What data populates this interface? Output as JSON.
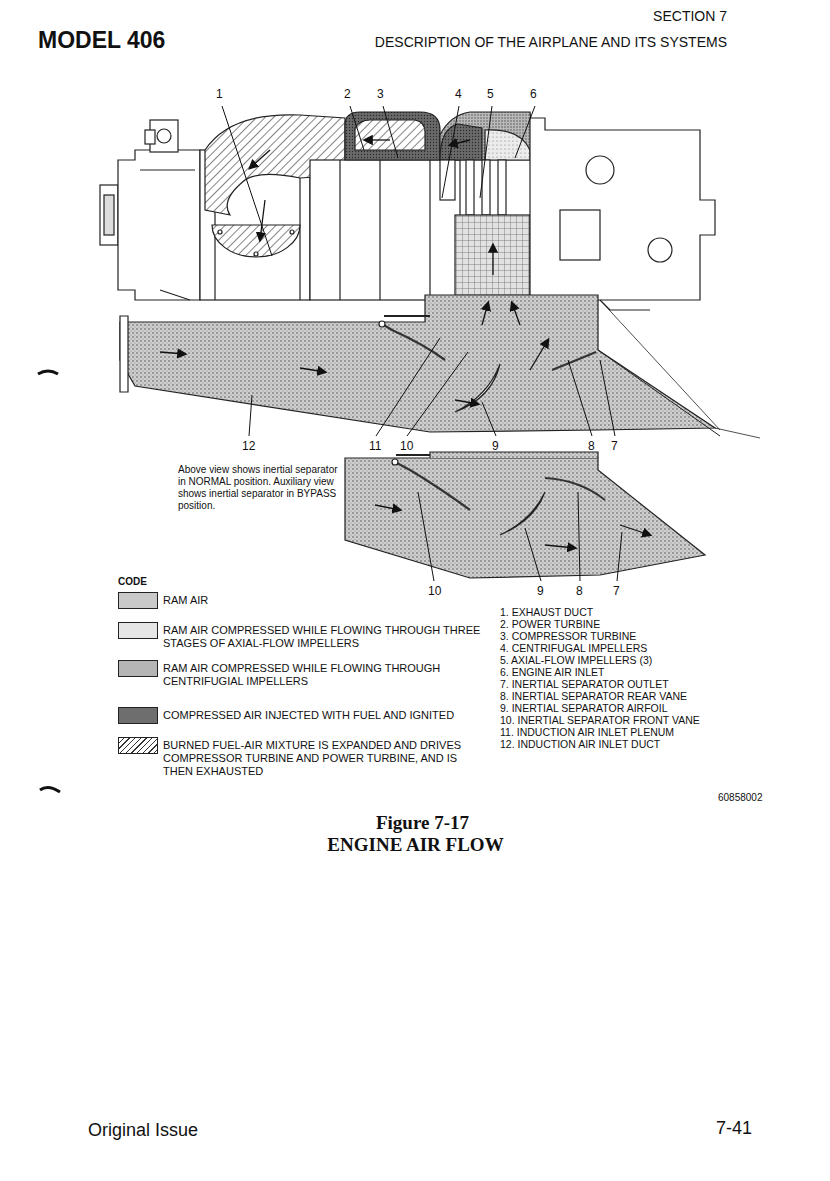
{
  "diagram": {
    "caption": "Figure 7-17 ENGINE AIR FLOW",
    "labels": [
      "SECTION 7",
      "MODEL 406",
      "DESCRIPTION OF THE AIRPLANE AND ITS SYSTEMS",
      "1",
      "2",
      "3",
      "4",
      "5",
      "6",
      "12",
      "11",
      "10",
      "9",
      "8",
      "7",
      "Above view shows inertial separator in NORMAL position. Auxiliary view shows inertial separator in BYPASS position.",
      "10",
      "9",
      "8",
      "7",
      "CODE",
      "1. EXHAUST DUCT",
      "2. POWER TURBINE",
      "3. COMPRESSOR TURBINE",
      "4. CENTRIFUGAL IMPELLERS",
      "5. AXIAL-FLOW IMPELLERS (3)",
      "6. ENGINE AIR INLET",
      "7. INERTIAL SEPARATOR OUTLET",
      "8. INERTIAL SEPARATOR REAR VANE",
      "9. INERTIAL SEPARATOR AIRFOIL",
      "10. INERTIAL SEPARATOR FRONT VANE",
      "11. INDUCTION AIR INLET PLENUM",
      "12. INDUCTION AIR INLET DUCT",
      "60858002",
      "Original Issue",
      "7-41"
    ],
    "legend": [
      {
        "text": "RAM AIR",
        "color": "#c9c9c9"
      },
      {
        "text": "RAM AIR COMPRESSED WHILE FLOWING THROUGH THREE STAGES OF AXIAL-FLOW IMPELLERS",
        "color": "#e6e6e6"
      },
      {
        "text": "RAM AIR COMPRESSED WHILE FLOWING THROUGH CENTRIFUGIAL IMPELLERS",
        "color": "#b5b5b5"
      },
      {
        "text": "COMPRESSED AIR INJECTED WITH FUEL AND IGNITED",
        "color": "#6e6e6e"
      },
      {
        "text": "BURNED FUEL-AIR MIXTURE IS EXPANDED AND DRIVES COMPRESSOR TURBINE AND POWER TURBINE, AND IS THEN EXHAUSTED"
      }
    ]
  }
}
